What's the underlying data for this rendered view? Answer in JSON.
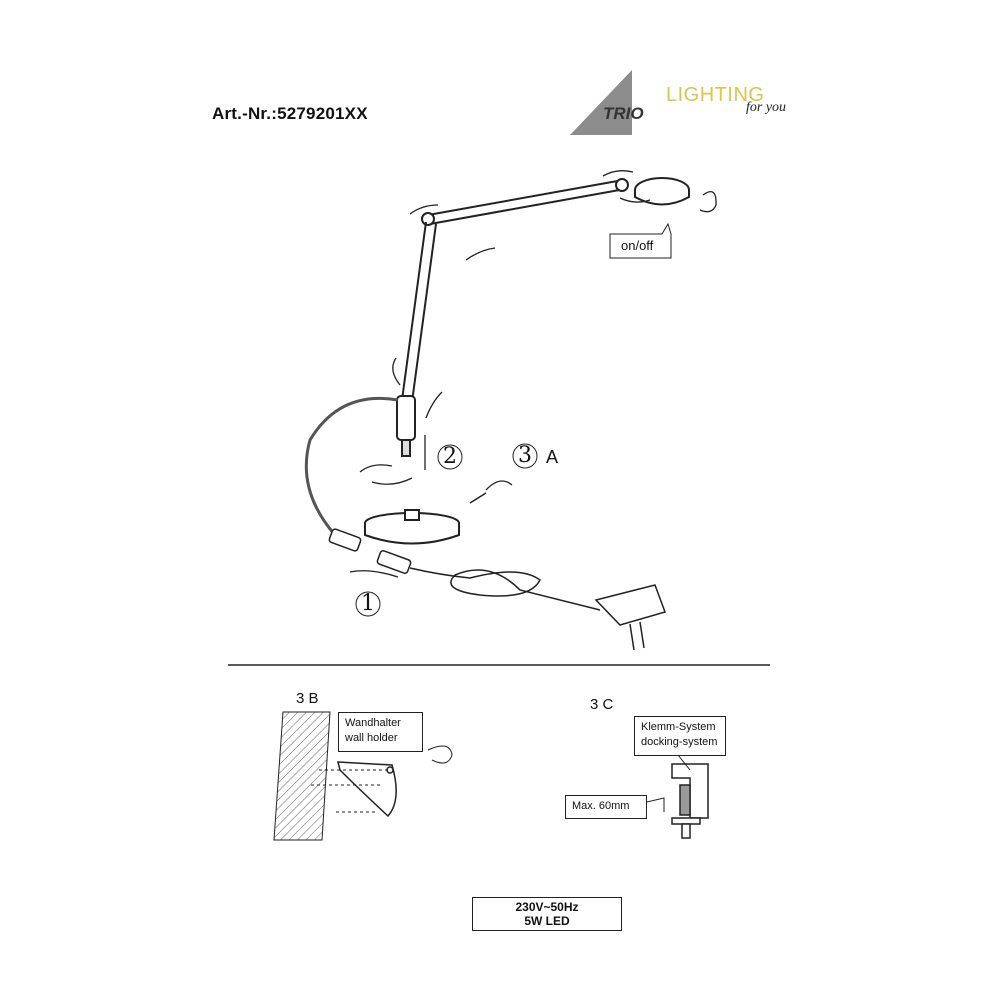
{
  "header": {
    "article_number": "Art.-Nr.:5279201XX",
    "logo_trio": "TRIO",
    "logo_lighting": "LIGHTING",
    "logo_tagline": "for you"
  },
  "main_figure": {
    "switch_label": "on/off",
    "steps": [
      "1",
      "2",
      "3"
    ],
    "step3_suffix": "A"
  },
  "section_3b": {
    "label": "3 B",
    "callout_line1": "Wandhalter",
    "callout_line2": "wall holder"
  },
  "section_3c": {
    "label": "3 C",
    "callout_line1": "Klemm-System",
    "callout_line2": "docking-system",
    "max_label": "Max. 60mm"
  },
  "spec": {
    "voltage": "230V~50Hz",
    "power": "5W LED"
  },
  "colors": {
    "logo_accent": "#e1c24a",
    "line": "#222222"
  }
}
